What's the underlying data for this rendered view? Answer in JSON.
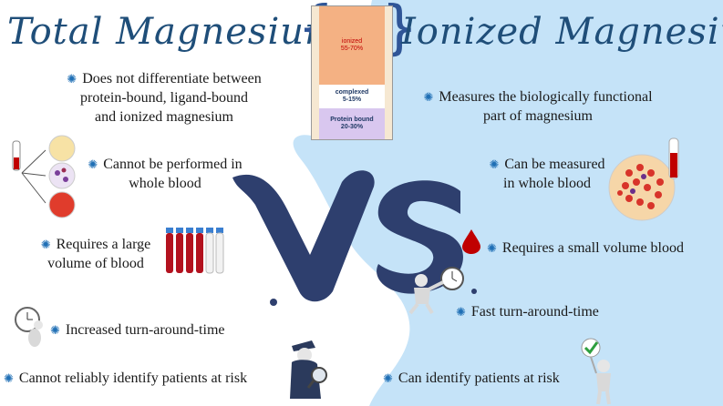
{
  "titles": {
    "left": "Total Magnesium",
    "right": "Ionized Magnesium"
  },
  "center_label": "VS",
  "distribution_bar": {
    "segments": [
      {
        "label": "ionized",
        "range": "55-70%",
        "color": "#f4b183"
      },
      {
        "label": "complexed",
        "range": "5-15%",
        "color": "#ffffff"
      },
      {
        "label": "Protein bound",
        "range": "20-30%",
        "color": "#d9c7ef"
      }
    ]
  },
  "left_points": [
    {
      "icon": "asterisk-bullet-icon",
      "text": "Does not differentiate between protein-bound, ligand-bound and ionized magnesium",
      "lines": [
        "Does not differentiate between",
        "protein-bound, ligand-bound",
        "and ionized magnesium"
      ]
    },
    {
      "icon": "blood-separation-icon",
      "lines": [
        "Cannot be performed in",
        "whole blood"
      ]
    },
    {
      "icon": "blood-tubes-icon",
      "lines": [
        "Requires a large",
        "volume of blood"
      ]
    },
    {
      "icon": "clock-person-icon",
      "lines": [
        "Increased turn-around-time"
      ]
    },
    {
      "icon": "detective-icon",
      "lines": [
        "Cannot reliably identify patients at risk"
      ]
    }
  ],
  "right_points": [
    {
      "icon": "asterisk-bullet-icon",
      "lines": [
        "Measures the biologically functional",
        "part of magnesium"
      ]
    },
    {
      "icon": "blood-cells-icon",
      "lines": [
        "Can be measured",
        "in whole blood"
      ]
    },
    {
      "icon": "blood-drop-icon",
      "lines": [
        "Requires a small volume blood"
      ]
    },
    {
      "icon": "stopwatch-person-icon",
      "lines": [
        "Fast turn-around-time"
      ]
    },
    {
      "icon": "checkmark-person-icon",
      "lines": [
        "Can identify patients at risk"
      ]
    }
  ],
  "colors": {
    "title": "#1f4e79",
    "bullet": "#1f6fb5",
    "right_background": "#bfe0f7",
    "vs": "#2e3f6e"
  }
}
